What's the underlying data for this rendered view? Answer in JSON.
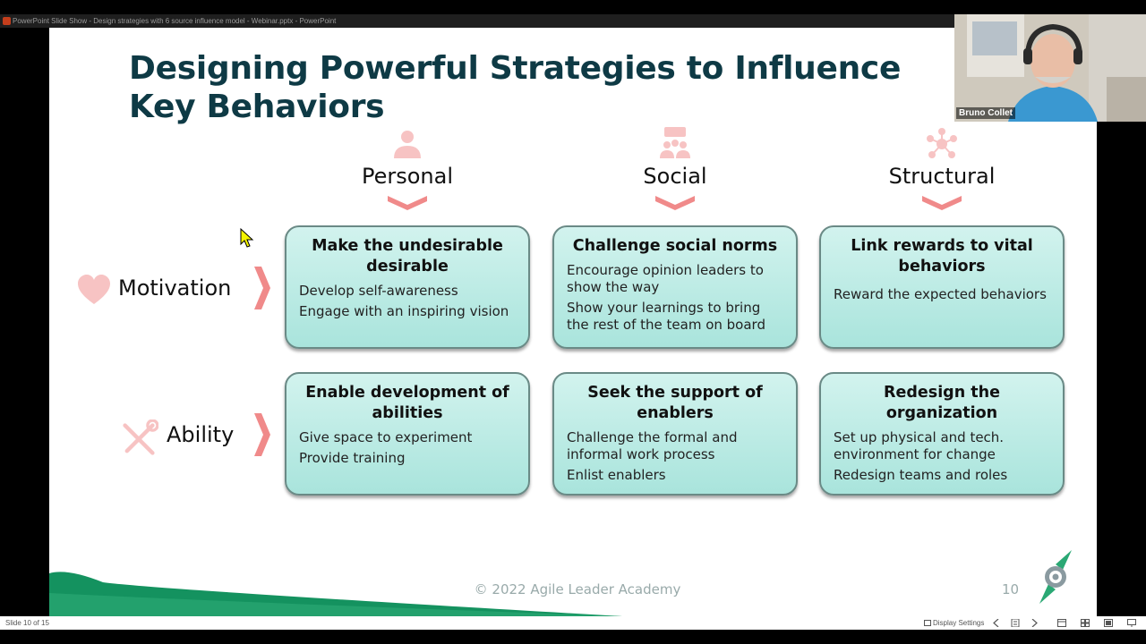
{
  "window": {
    "title": "PowerPoint Slide Show  -  Design strategies with 6 source influence model - Webinar.pptx  -  PowerPoint"
  },
  "slide": {
    "title_line1": "Designing Powerful Strategies to Influence",
    "title_line2": "Key Behaviors",
    "columns": [
      {
        "label": "Personal",
        "icon": "person-icon"
      },
      {
        "label": "Social",
        "icon": "group-chat-icon"
      },
      {
        "label": "Structural",
        "icon": "network-icon"
      }
    ],
    "rows": [
      {
        "label": "Motivation",
        "icon": "heart-icon"
      },
      {
        "label": "Ability",
        "icon": "tools-icon"
      }
    ],
    "cards": [
      {
        "title": "Make the undesirable desirable",
        "items": [
          "Develop self-awareness",
          "Engage with an inspiring vision"
        ]
      },
      {
        "title": "Challenge social norms",
        "items": [
          "Encourage opinion leaders to show the way",
          "Show your learnings to bring the rest of the team on board"
        ]
      },
      {
        "title": "Link rewards to vital behaviors",
        "items": [
          "Reward the expected behaviors"
        ]
      },
      {
        "title": "Enable development of abilities",
        "items": [
          "Give space to experiment",
          "Provide training"
        ]
      },
      {
        "title": "Seek the support of enablers",
        "items": [
          "Challenge the formal and informal work process",
          "Enlist enablers"
        ]
      },
      {
        "title": "Redesign the organization",
        "items": [
          "Set up physical and tech. environment for change",
          "Redesign teams and roles"
        ]
      }
    ],
    "footer": "© 2022 Agile Leader Academy",
    "page_number": "10"
  },
  "webcam": {
    "name": "Bruno Collet"
  },
  "statusbar": {
    "slide_count": "Slide 10 of 15",
    "display_settings": "Display Settings"
  },
  "colors": {
    "title": "#0e3a45",
    "accent": "#f08a8a",
    "card": "#b9ebe3",
    "wave": "#14925f"
  }
}
